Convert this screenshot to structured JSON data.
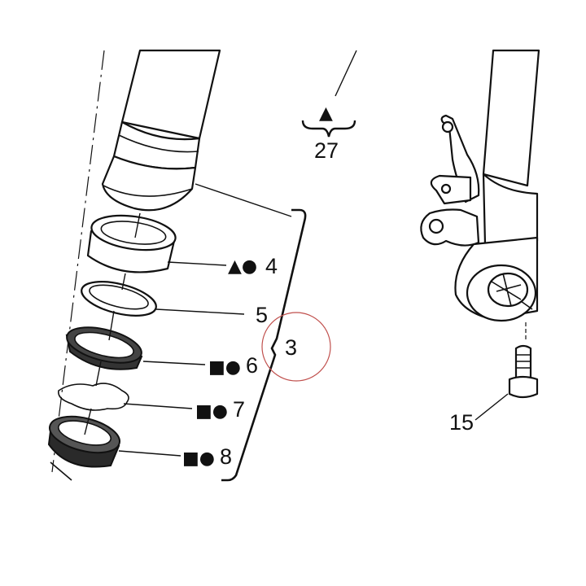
{
  "callouts": {
    "c4": {
      "symbols": "▲●",
      "number": "4"
    },
    "c5": {
      "symbols": "",
      "number": "5"
    },
    "c6": {
      "symbols": "■●",
      "number": "6"
    },
    "c7": {
      "symbols": "■●",
      "number": "7"
    },
    "c8": {
      "symbols": "■●",
      "number": "8"
    },
    "c3": {
      "symbols": "",
      "number": "3"
    },
    "c27": {
      "symbols": "▲",
      "number": "27"
    },
    "c15": {
      "symbols": "",
      "number": "15"
    }
  },
  "colors": {
    "line": "#111111",
    "seal_dark": "#333333",
    "highlight_circle": "#c0504d"
  },
  "icons": [
    "triangle-icon",
    "circle-icon",
    "square-icon",
    "brace-icon"
  ]
}
